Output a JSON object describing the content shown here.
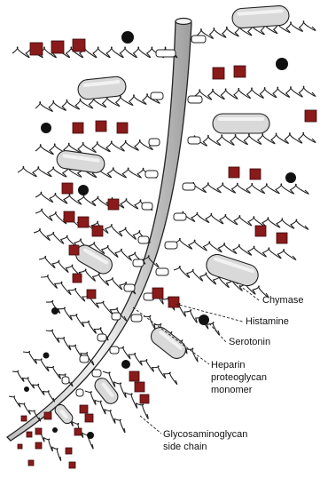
{
  "labels": {
    "chymase": "Chymase",
    "histamine": "Histamine",
    "serotonin": "Serotonin",
    "heparin_line1": "Heparin",
    "heparin_line2": "proteoglycan",
    "heparin_line3": "monomer",
    "gag_line1": "Glycosaminoglycan",
    "gag_line2": "side chain"
  },
  "colors": {
    "histamine": "#8b1a1a",
    "serotonin": "#111111",
    "chymase_fill": "#d9d9d9",
    "core_protein_fill": "#e6e6e6",
    "line": "#222222"
  }
}
